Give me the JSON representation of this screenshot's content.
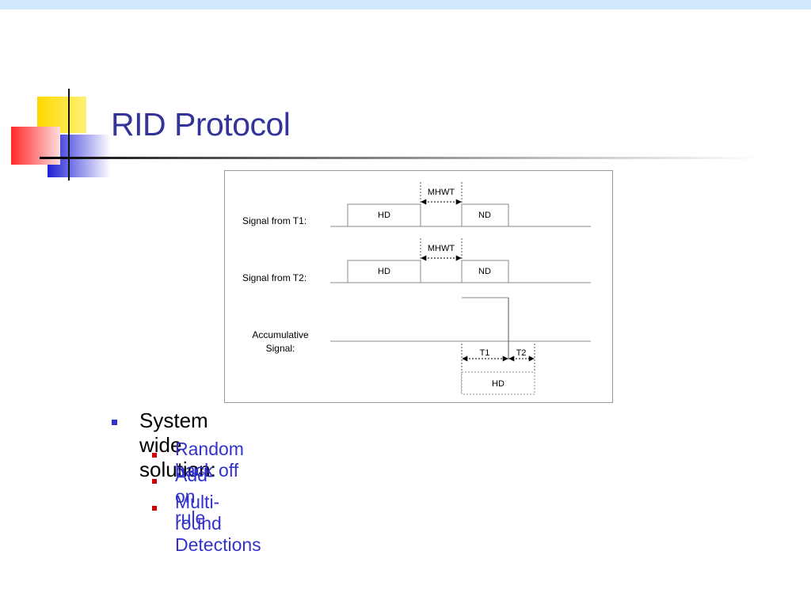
{
  "slide": {
    "title": "RID Protocol"
  },
  "diagram": {
    "rows": [
      {
        "label": "Signal from T1:",
        "blocks": [
          "HD",
          "ND"
        ],
        "gap_label": "MHWT"
      },
      {
        "label": "Signal from T2:",
        "blocks": [
          "HD",
          "ND"
        ],
        "gap_label": "MHWT"
      },
      {
        "label_line1": "Accumulative",
        "label_line2": "Signal:"
      }
    ],
    "accumulative": {
      "interval_1": "T1",
      "interval_2": "T2",
      "result_block": "HD"
    }
  },
  "bullets": {
    "main": "System wide solution:",
    "sub": [
      "Random back off",
      "Add-on rule",
      "Multi-round Detections"
    ]
  },
  "colors": {
    "title": "#333399",
    "sub_bullet_text": "#3333cc",
    "main_bullet_marker": "#3333cc",
    "sub_bullet_marker": "#cc0000"
  }
}
